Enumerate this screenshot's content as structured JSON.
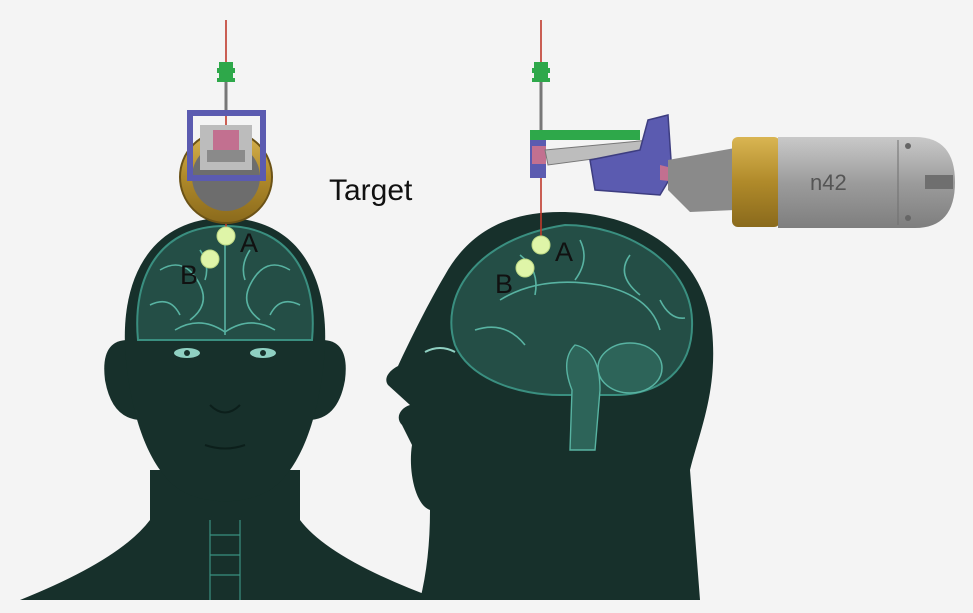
{
  "title": "Target",
  "front_view": {
    "point_a": "A",
    "point_b": "B"
  },
  "side_view": {
    "point_a": "A",
    "point_b": "B"
  },
  "motor": {
    "label": "n42"
  },
  "colors": {
    "background": "#f4f4f4",
    "head_fill": "#17302b",
    "brain_line": "#3a8f80",
    "brain_fill": "#244e46",
    "target_point": "#dff5a8",
    "needle": "#c0392b",
    "frame_purple": "#5b5bb0",
    "coupler_green": "#2ea84a",
    "motor_body": "#a3a3a3",
    "motor_ring": "#b8922f"
  }
}
